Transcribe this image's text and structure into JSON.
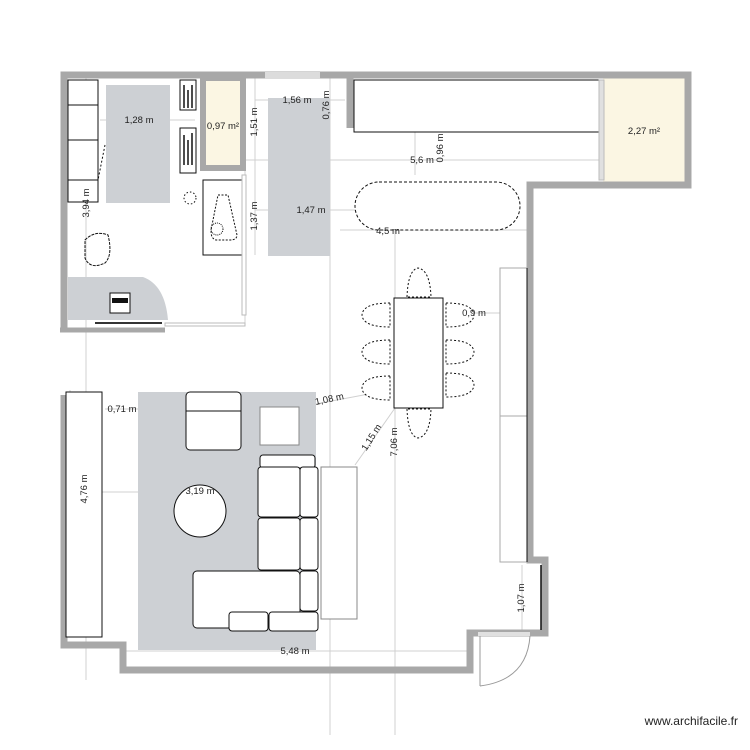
{
  "plan": {
    "colors": {
      "wall": "#a8a8a8",
      "rug": "#cdd0d4",
      "small_room_fill": "#fbf6e3",
      "furniture_stroke": "#111111",
      "dim_line": "#c8c8c8",
      "background": "#ffffff"
    },
    "areas": [
      {
        "id": "wc",
        "label": "0,97 m²"
      },
      {
        "id": "storage",
        "label": "2,27 m²"
      }
    ],
    "dimensions": {
      "bedroom_rug_width": "1,28 m",
      "bedroom_height": "3,94 m",
      "hall_width": "1,56 m",
      "door_width": "0,76 m",
      "hall_height_upper": "1,51 m",
      "hall_height_lower": "1,37 m",
      "hall_rug_width": "1,47 m",
      "kitchen_length": "5,6 m",
      "kitchen_depth": "0,96 m",
      "island_length": "4,5 m",
      "chair_gap": "0,9 m",
      "table_to_armchair": "1,08 m",
      "table_to_tv": "1,15 m",
      "total_height": "7,06 m",
      "living_height": "4,76 m",
      "wall_gap": "0,71 m",
      "living_width": "3,19 m",
      "bottom_width": "5,48 m",
      "entry_width": "1,07 m"
    }
  },
  "footer": {
    "watermark": "www.archifacile.fr"
  }
}
